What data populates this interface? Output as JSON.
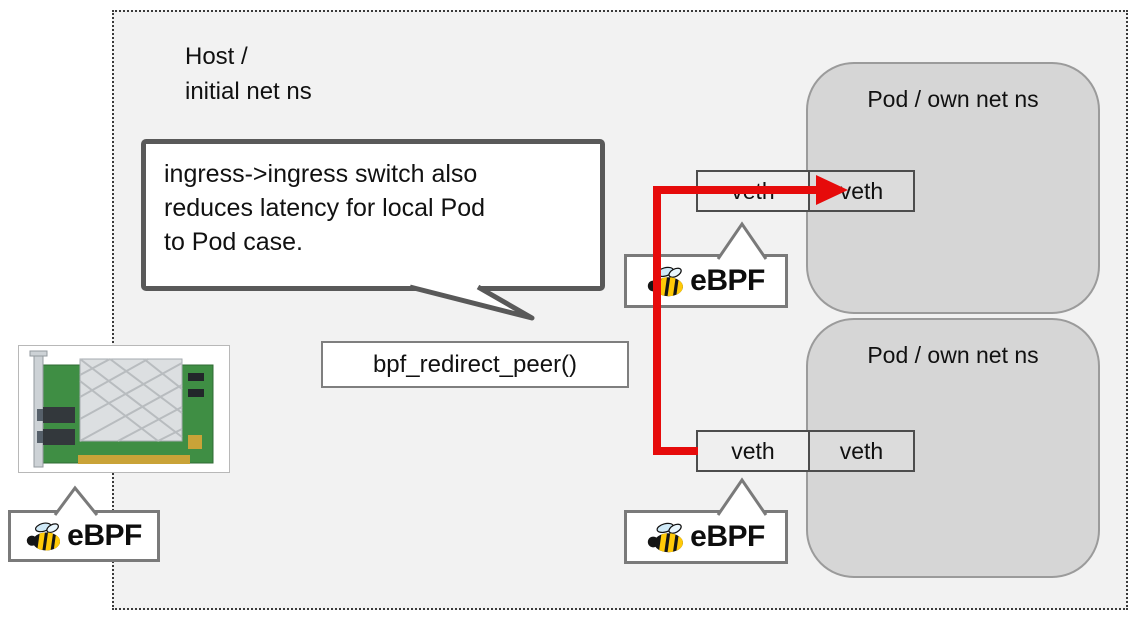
{
  "host_box": {
    "label": "Host /\ninitial net ns"
  },
  "pods": {
    "top_label": "Pod / own net ns",
    "bottom_label": "Pod / own net ns"
  },
  "callout": {
    "text": "ingress->ingress switch also\nreduces latency for local Pod\nto Pod case."
  },
  "function_box": {
    "label": "bpf_redirect_peer()"
  },
  "veth_pairs": {
    "top": {
      "host_side": "veth",
      "pod_side": "veth"
    },
    "bottom": {
      "host_side": "veth",
      "pod_side": "veth"
    }
  },
  "badges": {
    "nic_label": "eBPF",
    "veth_top_label": "eBPF",
    "veth_bottom_label": "eBPF"
  },
  "icons": {
    "bee": "ebpf-bee-icon",
    "nic": "network-interface-card-image"
  },
  "colors": {
    "arrow_red": "#e60b0b",
    "pod_fill": "#d6d6d6",
    "host_fill": "#f2f2f2",
    "border_gray": "#595959",
    "bee_yellow": "#ffc907"
  }
}
